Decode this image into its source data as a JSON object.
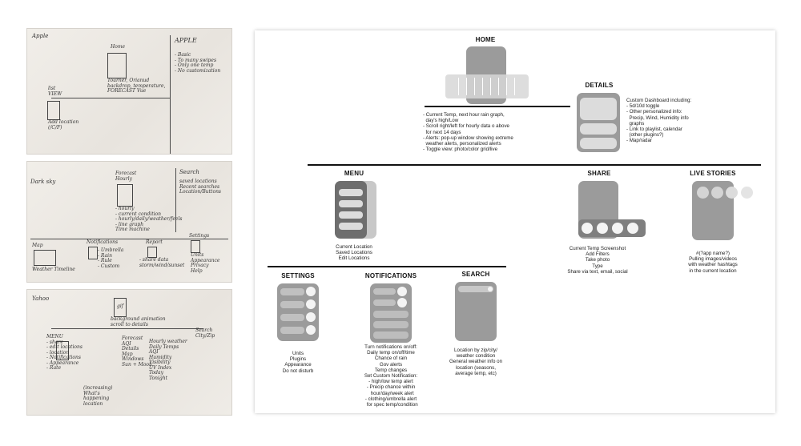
{
  "sketches": [
    {
      "corner": "Apple",
      "title": "Home",
      "sub": "Tourner, Orianud\nbackdrop, temperature,\nFORECAST Vue",
      "left_label": "list\nVIEW",
      "left_sub": "Add location\n(/C/F)",
      "right_title": "APPLE",
      "right_items": "- Basic\n- To many swipes\n- Only one temp\n- No customization"
    },
    {
      "corner": "Dark sky",
      "title": "Forecast\nHourly",
      "sub": "- hourly\n- current condition\n- hourly/daily/weather/feels\n- line graph\nTime machine",
      "right_title": "Search",
      "right_items": "saved locations\nRecent searches\nLocation/Buttons",
      "bottom": [
        "Map",
        "Notifications",
        "Report",
        "Settings"
      ],
      "bottom_sub": [
        "Weather Timeline",
        "- Umbrella\n- Rain\n- Rule\n- Custom",
        "- share data\nstorm/wind/sunset",
        "Units\nAppearance\nPrivacy\nHelp"
      ]
    },
    {
      "corner": "Yahoo",
      "title": "gif",
      "sub": "background animation\nscroll to details",
      "labels": "MENU\n- share\n- edit locations\n- location\n- Notifications\n- Appearance\n- Rate",
      "mid": "Forecast\nAQI\nDetails\nMap\nWindows\nSun + Moon",
      "right": "Hourly weather\nDaily Temps\nAQI\nHumidity\nVisibility\nUV Index\nToday\nTonight",
      "search": "Search\nCity/Zip",
      "note": "(increasing)\nWhat's\nhappening\nlocation"
    }
  ],
  "home": {
    "title": "HOME",
    "notes": "- Current Temp, next hour rain graph,\n  day's high/Low\n- Scroll right/left for hourly data o above\n  for next 14 days\n- Alerts: pop-up window showing extreme\n  weather alerts, personalized alerts\n- Toggle view: photo/color grid/live"
  },
  "details": {
    "title": "DETAILS",
    "notes": "Custom Dashboard including:\n- 5d/10d toggle\n- Other personalized info:\n  Precip, Wind, Humidity info\n  graphs\n- Link to playlist, calendar\n  (other plugins?)\n- Map/radar"
  },
  "menu": {
    "title": "MENU",
    "notes": "Current Location\nSaved Locations\nEdit Locations"
  },
  "share": {
    "title": "SHARE",
    "notes": "Current Temp Screenshot\nAdd Filters\nTake photo\nType\nShare via text, email, social"
  },
  "live_stories": {
    "title": "LIVE STORIES",
    "notes": "#(?app name?)\nPulling images/videos\nwith weather hashtags\nin the current location"
  },
  "settings": {
    "title": "SETTINGS",
    "notes": "Units\nPlugins\nAppearance\nDo not disturb"
  },
  "notifications": {
    "title": "NOTIFICATIONS",
    "notes": "Turn notifications on/off:\nDaily temp on/off/time\nChance of rain\nGov alerts\nTemp changes\nSet Custom Notification:\n- high/low temp alert\n- Precip chance within\n  hour/day/week alert\n- clothing/umbrella alert\n  for spec temp/condition"
  },
  "search": {
    "title": "SEARCH",
    "notes": "Location by zip/city/\nweather condition\nGeneral weather info on\nlocation (seasons,\naverage temp, etc)"
  }
}
